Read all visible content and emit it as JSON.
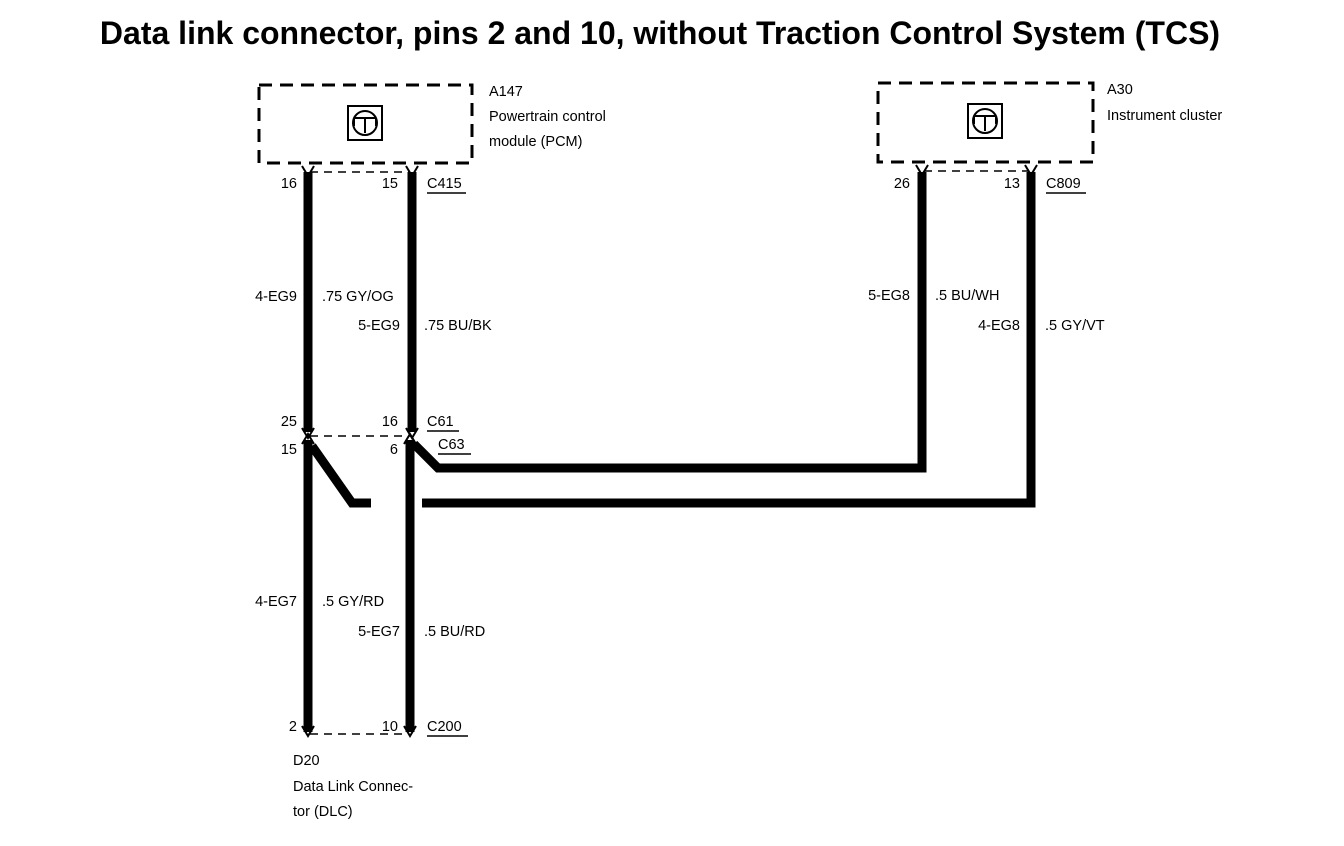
{
  "title": "Data link connector, pins 2 and 10, without Traction Control System (TCS)",
  "components": {
    "pcm": {
      "id": "A147",
      "name_line1": "Powertrain control",
      "name_line2": "module (PCM)",
      "icon": "ground-symbol-icon"
    },
    "cluster": {
      "id": "A30",
      "name_line1": "Instrument cluster",
      "icon": "ground-symbol-icon"
    },
    "dlc": {
      "id": "D20",
      "name_line1": "Data Link Connec-",
      "name_line2": "tor (DLC)"
    }
  },
  "connectors": {
    "c415": {
      "name": "C415",
      "pin_left": "16",
      "pin_right": "15"
    },
    "c809": {
      "name": "C809",
      "pin_left": "26",
      "pin_right": "13"
    },
    "c61": {
      "name": "C61",
      "pin_left": "25",
      "pin_right": "16"
    },
    "c63": {
      "name": "C63",
      "pin_left": "15",
      "pin_right": "6"
    },
    "c200": {
      "name": "C200",
      "pin_left": "2",
      "pin_right": "10"
    }
  },
  "wires": {
    "eg9_gy": {
      "circuit": "4-EG9",
      "spec": ".75 GY/OG"
    },
    "eg9_bu": {
      "circuit": "5-EG9",
      "spec": ".75 BU/BK"
    },
    "eg8_bu": {
      "circuit": "5-EG8",
      "spec": ".5 BU/WH"
    },
    "eg8_gy": {
      "circuit": "4-EG8",
      "spec": ".5 GY/VT"
    },
    "eg7_gy": {
      "circuit": "4-EG7",
      "spec": ".5 GY/RD"
    },
    "eg7_bu": {
      "circuit": "5-EG7",
      "spec": ".5 BU/RD"
    }
  }
}
